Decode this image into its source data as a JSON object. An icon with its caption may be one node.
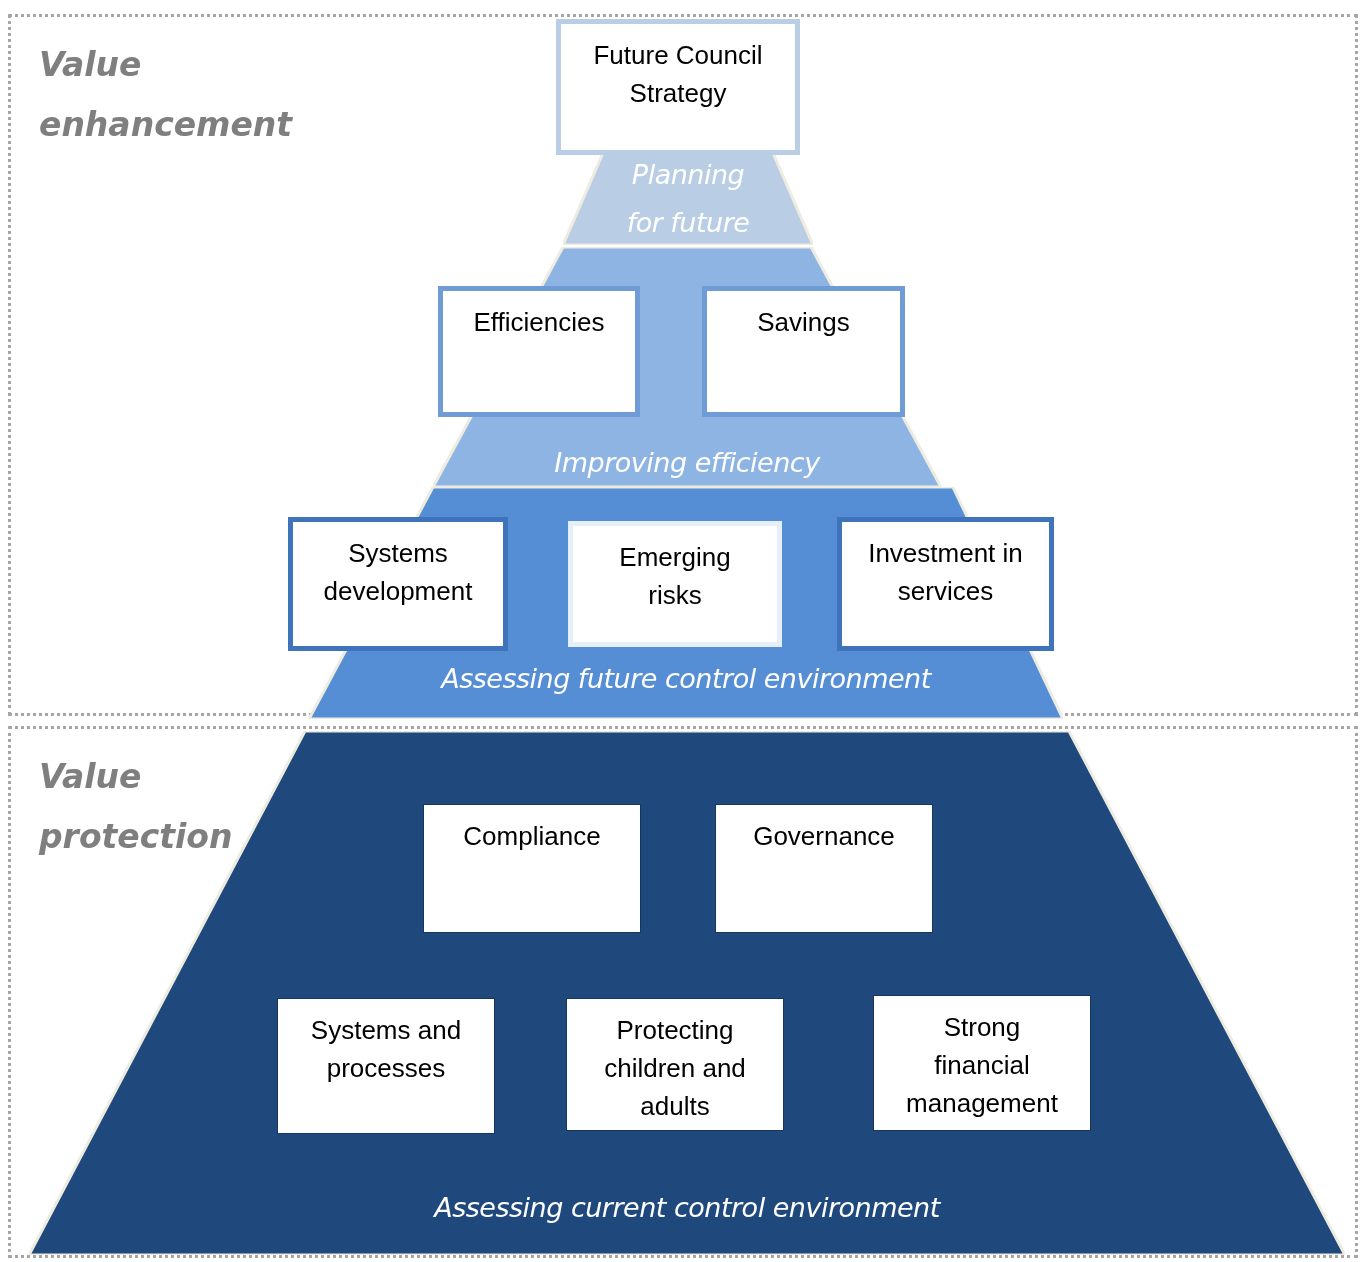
{
  "diagram": {
    "nodes": [
      {
        "text": [
          "Value enhancement"
        ]
      },
      {
        "text": [
          "Future Council Strategy"
        ],
        "in": 0
      },
      {
        "text": [
          "Planning for future"
        ],
        "in": 0
      },
      {
        "text": [
          "Improving efficiency"
        ],
        "in": 0
      },
      {
        "text": [
          "Efficiencies"
        ],
        "in": 3
      },
      {
        "text": [
          "Savings"
        ],
        "in": 3
      },
      {
        "text": [
          "Assessing future control environment"
        ],
        "in": 0
      },
      {
        "text": [
          "Systems development"
        ],
        "in": 6
      },
      {
        "text": [
          "Emerging risks"
        ],
        "in": 6
      },
      {
        "text": [
          "Investment in services"
        ],
        "in": 6
      },
      {
        "text": [
          "Value protection"
        ]
      },
      {
        "text": [
          "Assessing current control environment"
        ],
        "in": 10
      },
      {
        "text": [
          "Compliance"
        ],
        "in": 11
      },
      {
        "text": [
          "Governance"
        ],
        "in": 11
      },
      {
        "text": [
          "Systems and processes"
        ],
        "in": 11
      },
      {
        "text": [
          "Protecting children and adults"
        ],
        "in": 11
      },
      {
        "text": [
          "Strong financial management"
        ],
        "in": 11
      }
    ]
  }
}
